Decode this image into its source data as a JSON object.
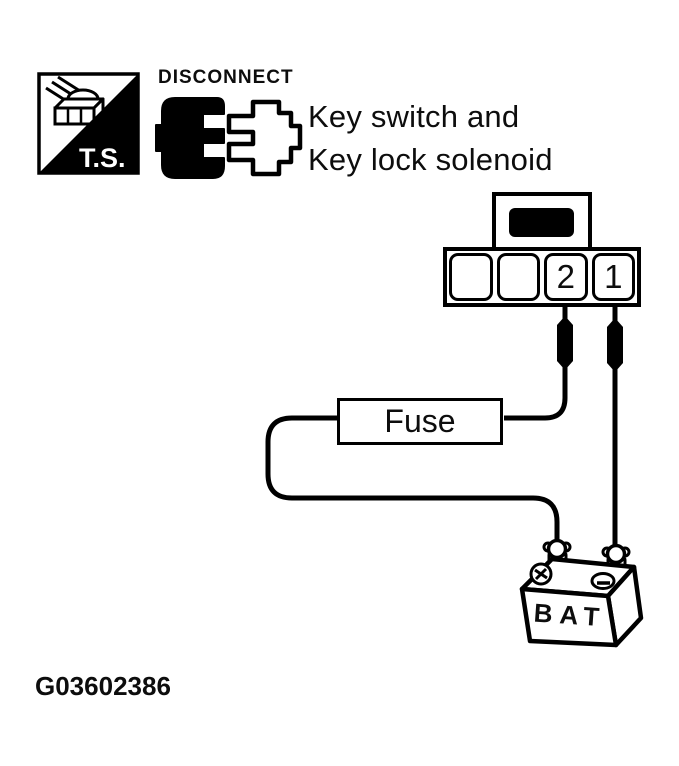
{
  "page": {
    "background": "#ffffff",
    "ink": "#000000"
  },
  "header": {
    "ts_badge": {
      "label": "T.S.",
      "icon": "test-probe-connector-icon"
    },
    "disconnect_badge": {
      "label": "DISCONNECT",
      "icon": "disconnect-connector-icon"
    },
    "title_line1": "Key switch and",
    "title_line2": "Key lock solenoid"
  },
  "connector": {
    "pins": [
      "",
      "",
      "2",
      "1"
    ]
  },
  "components": {
    "fuse_label": "Fuse",
    "battery_label": "BAT"
  },
  "footer": {
    "figure_id": "G03602386"
  }
}
